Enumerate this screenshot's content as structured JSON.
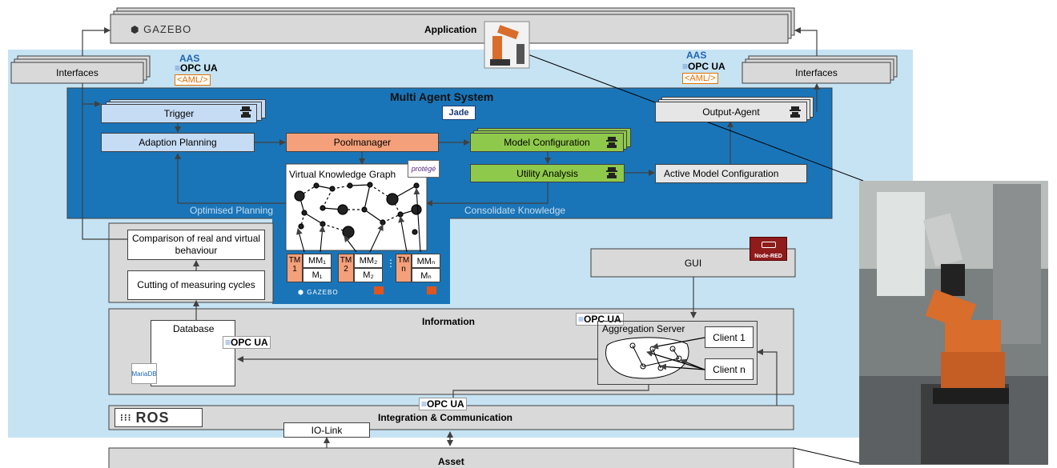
{
  "application": {
    "title": "Application",
    "logo_text": "GAZEBO"
  },
  "interfaces": {
    "left_label": "Interfaces",
    "right_label": "Interfaces"
  },
  "badges": {
    "aas": "AAS",
    "opc_ua": "OPC UA",
    "aml": "<AML/>"
  },
  "mas": {
    "title": "Multi Agent System",
    "jade_label": "Jade",
    "agents": {
      "trigger": "Trigger",
      "adaption_planning": "Adaption Planning",
      "poolmanager": "Poolmanager",
      "model_configuration": "Model Configuration",
      "utility_analysis": "Utility Analysis",
      "active_model_configuration": "Active Model Configuration",
      "output_agent": "Output-Agent"
    },
    "vkg": {
      "title": "Virtual Knowledge Graph",
      "protege": "protégé"
    },
    "labels": {
      "optimised_planning": "Optimised Planning",
      "consolidate_knowledge": "Consolidate Knowledge"
    },
    "models": [
      {
        "tm": "TM 1",
        "mm": "MM₁",
        "m": "M₁"
      },
      {
        "tm": "TM 2",
        "mm": "MM₂",
        "m": "M₂"
      },
      {
        "tm": "TM n",
        "mm": "MMₙ",
        "m": "Mₙ"
      }
    ],
    "bottom_logo": "GAZEBO"
  },
  "analysis": {
    "comparison": "Comparison of real and virtual behaviour",
    "cutting": "Cutting of measuring cycles"
  },
  "gui": {
    "label": "GUI",
    "node_red": "Node-RED"
  },
  "information": {
    "title": "Information",
    "database": "Database",
    "mariadb": "MariaDB",
    "aggregation_server": "Aggregation Server",
    "client_1": "Client 1",
    "client_n": "Client n"
  },
  "integration": {
    "title": "Integration & Communication",
    "ros": "ROS",
    "io_link": "IO-Link"
  },
  "asset": {
    "title": "Asset"
  },
  "colors": {
    "mas_blue": "#1a75b8",
    "light_blue": "#c6e3f3",
    "gray_box": "#d9d9d9",
    "agent_blue": "#c6dcf5",
    "agent_orange": "#f4a07a",
    "agent_green": "#8fc94b"
  }
}
